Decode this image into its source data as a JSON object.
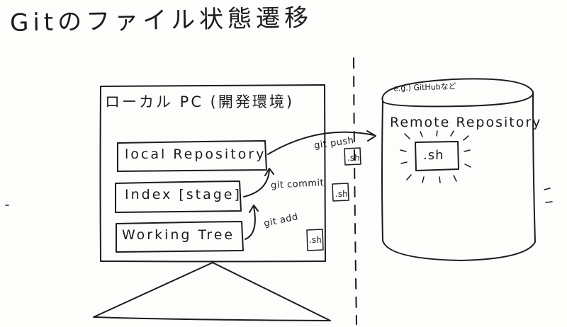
{
  "title": "Gitのファイル状態遷移",
  "local_pc": {
    "label": "ローカル PC (開発環境)",
    "local_repository": "local Repository",
    "index": "Index [stage]",
    "working_tree": "Working Tree"
  },
  "commands": {
    "push": "git push",
    "commit": "git commit",
    "add": "git add"
  },
  "remote": {
    "example": "e.g.) GitHubなど",
    "label": "Remote Repository"
  },
  "file_name": ".sh"
}
